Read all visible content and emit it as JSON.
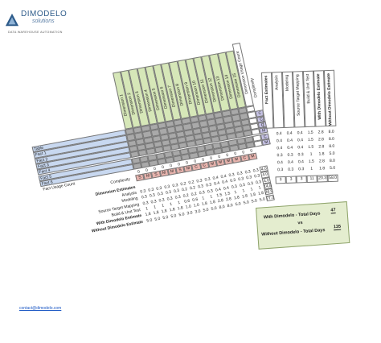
{
  "brand": {
    "name": "DIMODELO",
    "subtitle": "solutions",
    "tagline": "DATA WAREHOUSE AUTOMATION"
  },
  "matrix": {
    "dimensions": [
      "Dimension 1",
      "Dimension 2",
      "Dimension 3",
      "Dimension 4",
      "Dimension 5",
      "Dimension 6",
      "Dimension 7",
      "Dimension 8",
      "Dimension 9",
      "Dimension 10",
      "Dimension 11",
      "Dimension 12",
      "Dimension 13",
      "Dimension 14",
      "Dimension 15"
    ],
    "usage_count_label": "Dimension Usage Count",
    "complexity_header": "Complexity",
    "facts": [
      "Table",
      "Fact 1",
      "Fact 2",
      "Fact 3",
      "Fact 4",
      "Fact 5",
      "Fact 6"
    ],
    "fact_usage_label": "Fact Usage Count",
    "complexity_label": "Complexity",
    "complexity_values": [
      "S",
      "M",
      "S",
      "M",
      "M",
      "S",
      "M",
      "C",
      "C",
      "M",
      "M",
      "M",
      "M",
      "C",
      "M"
    ],
    "right_complexity": [
      "C",
      "C",
      "C",
      "M",
      "C",
      "M"
    ],
    "usage_zeros": [
      "0",
      "0",
      "0",
      "0",
      "0",
      "0",
      "0",
      "0",
      "0",
      "0",
      "0",
      "0",
      "0",
      "0",
      "0"
    ],
    "rows": [
      {
        "label": "Dimension Estimates",
        "bold": true,
        "values": [],
        "total": ""
      },
      {
        "label": "Analysis",
        "values": [
          "0.3",
          "0.3",
          "0.3",
          "0.3",
          "0.3",
          "0.2",
          "0.2",
          "0.3",
          "0.3",
          "0.4",
          "0.4",
          "0.3",
          "0.3",
          "0.3",
          "0.3"
        ],
        "total": "4.0"
      },
      {
        "label": "Modeling",
        "values": [
          "0.3",
          "0.3",
          "0.3",
          "0.3",
          "0.3",
          "0.2",
          "0.2",
          "0.3",
          "0.3",
          "0.4",
          "0.4",
          "0.3",
          "0.3",
          "0.3",
          "0.3"
        ],
        "total": "4.0"
      },
      {
        "label": "Source Target Mapping",
        "values": [
          "0.3",
          "0.3",
          "0.3",
          "0.3",
          "0.3",
          "0.2",
          "0.2",
          "0.3",
          "0.3",
          "0.4",
          "0.4",
          "0.3",
          "0.3",
          "0.3",
          "0.3"
        ],
        "total": "4.0"
      },
      {
        "label": "Build & Unit Test",
        "values": [
          "1",
          "1",
          "1",
          "1",
          "1",
          "0.6",
          "0.6",
          "1",
          "1",
          "1.5",
          "1.5",
          "1",
          "1",
          "1",
          "1"
        ],
        "total": "14.8"
      },
      {
        "label": "With Dimodelo Estimate",
        "bold": true,
        "values": [
          "1.8",
          "1.8",
          "1.8",
          "1.8",
          "1.8",
          "1.0",
          "1.0",
          "1.8",
          "1.8",
          "2.8",
          "2.8",
          "1.8",
          "1.8",
          "1.8",
          "1.8"
        ],
        "total": "26.5"
      },
      {
        "label": "Without Dimodelo Estimate",
        "bold": true,
        "values": [
          "5.0",
          "5.0",
          "5.0",
          "5.0",
          "5.0",
          "3.0",
          "3.0",
          "5.0",
          "5.0",
          "8.0",
          "8.0",
          "5.0",
          "5.0",
          "5.0",
          "5.0"
        ],
        "total": "77.0"
      }
    ]
  },
  "fact_estimates": {
    "headers": [
      "Fact Estimates",
      "Analysis",
      "Modeling",
      "Source Target Mapping",
      "Build & Unit Test",
      "With Dimodelo Estimate",
      "Without Dimodelo Estimate"
    ],
    "rows": [
      [
        "0.4",
        "0.4",
        "0.4",
        "1.5",
        "2.8",
        "8.0"
      ],
      [
        "0.4",
        "0.4",
        "0.4",
        "1.5",
        "2.8",
        "8.0"
      ],
      [
        "0.4",
        "0.4",
        "0.4",
        "1.5",
        "2.8",
        "8.0"
      ],
      [
        "0.3",
        "0.3",
        "0.3",
        "1",
        "1.8",
        "5.0"
      ],
      [
        "0.4",
        "0.4",
        "0.4",
        "1.5",
        "2.8",
        "8.0"
      ],
      [
        "0.3",
        "0.3",
        "0.3",
        "1",
        "1.8",
        "5.0"
      ]
    ],
    "totals": [
      "3",
      "3",
      "3",
      "11",
      "20.3",
      "58.0"
    ]
  },
  "summary": {
    "with_label": "With Dimodelo - Total Days",
    "with_value": "47",
    "vs": "vs",
    "without_label": "Without Dimodelo - Total Days",
    "without_value": "135"
  },
  "contact_email": "contact@dimodelo.com",
  "colors": {
    "green": "#d6e7b8",
    "gray": "#a9a9a9",
    "blue": "#c8d8f0",
    "pink": "#e7b3ad",
    "brand": "#2d5b8a"
  }
}
